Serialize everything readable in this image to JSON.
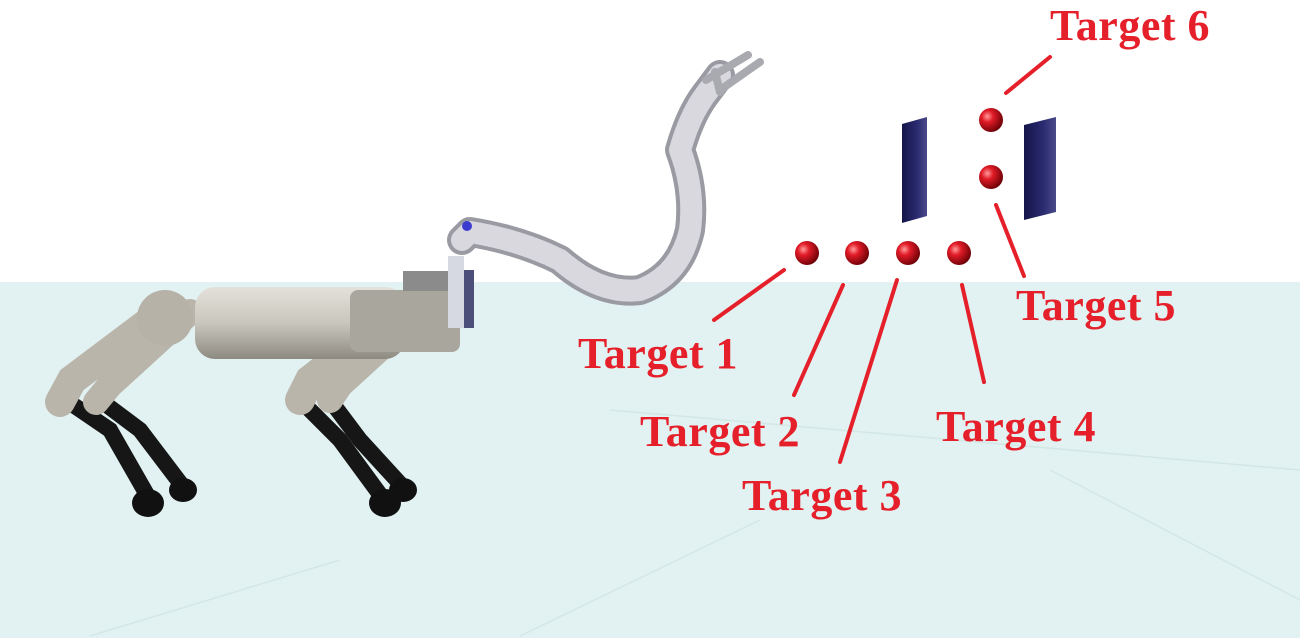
{
  "scene": {
    "floor_color": "#e2f2f2",
    "sky_color": "#ffffff",
    "annotation_color": "#e5202a",
    "target_color": "#d0101c",
    "wall_color": "#222263",
    "robot_body_color": "#c9c6bd",
    "robot_leg_color": "#161616",
    "arm_color": "#c8c8cc"
  },
  "targets": [
    {
      "label": "Target 1"
    },
    {
      "label": "Target 2"
    },
    {
      "label": "Target 3"
    },
    {
      "label": "Target 4"
    },
    {
      "label": "Target 5"
    },
    {
      "label": "Target 6"
    }
  ]
}
